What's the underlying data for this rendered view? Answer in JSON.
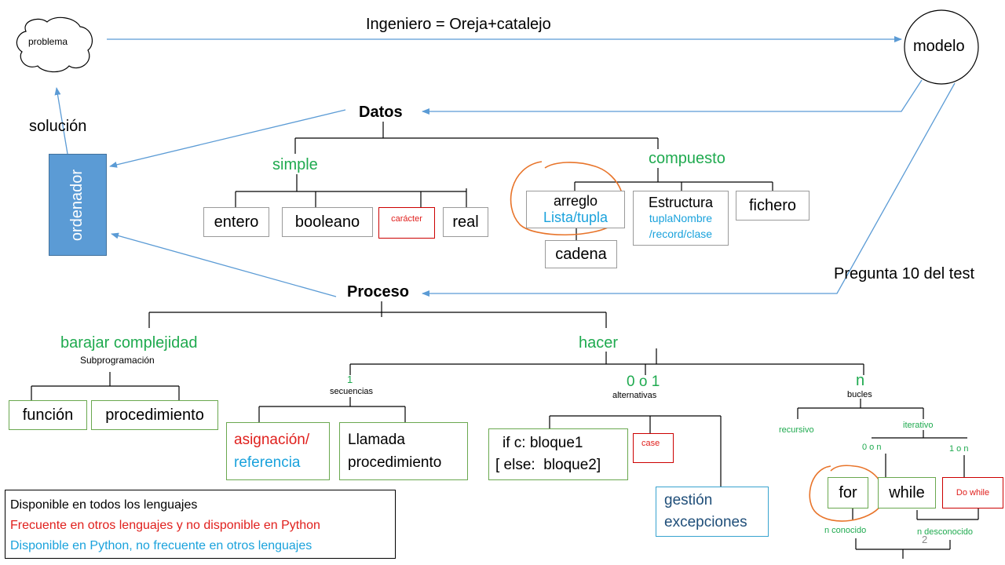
{
  "title": "Ingeniero = Oreja+catalejo",
  "problema": "problema",
  "modelo": "modelo",
  "solucion": "solución",
  "ordenador": "ordenador",
  "pregunta": "Pregunta 10 del test",
  "page_number": "2",
  "datos": {
    "label": "Datos",
    "simple": {
      "label": "simple",
      "items": {
        "entero": "entero",
        "booleano": "booleano",
        "caracter": "carácter",
        "real": "real"
      }
    },
    "compuesto": {
      "label": "compuesto",
      "arreglo": "arreglo",
      "lista_tupla": "Lista/tupla",
      "cadena": "cadena",
      "estructura": "Estructura",
      "estructura_sub1": "tuplaNombre",
      "estructura_sub2": "/record/clase",
      "fichero": "fichero"
    }
  },
  "proceso": {
    "label": "Proceso",
    "barajar": {
      "label": "barajar complejidad",
      "sub": "Subprogramación",
      "funcion": "función",
      "procedimiento": "procedimiento"
    },
    "hacer": {
      "label": "hacer",
      "uno": {
        "label": "1",
        "sub": "secuencias",
        "asignacion1": "asignación/",
        "asignacion2": "referencia",
        "llamada1": "Llamada",
        "llamada2": "procedimiento"
      },
      "cero_uno": {
        "label": "0 o 1",
        "sub": "alternativas",
        "if1": "if c: bloque1",
        "if2": "[ else:  bloque2]",
        "case": "case",
        "gestion1": "gestión",
        "gestion2": "excepciones"
      },
      "n": {
        "label": "n",
        "sub": "bucles",
        "recursivo": "recursivo",
        "iterativo": "iterativo",
        "cero_n": "0 o n",
        "uno_n": "1 o n",
        "for": "for",
        "while": "while",
        "do_while": "Do while",
        "n_conocido": "n conocido",
        "n_desconocido": "n desconocido"
      }
    }
  },
  "legend": {
    "line1": "Disponible en todos los lenguajes",
    "line2": "Frecuente en otros lenguajes y no disponible en Python",
    "line3": "Disponible en Python, no frecuente en otros lenguajes"
  },
  "colors": {
    "green": "#1faa4f",
    "red": "#e0201d",
    "cyan": "#1aa2dc",
    "arrow_blue": "#5b9bd5",
    "orange": "#e8742a",
    "ordenador_fill": "#5b9bd5"
  }
}
